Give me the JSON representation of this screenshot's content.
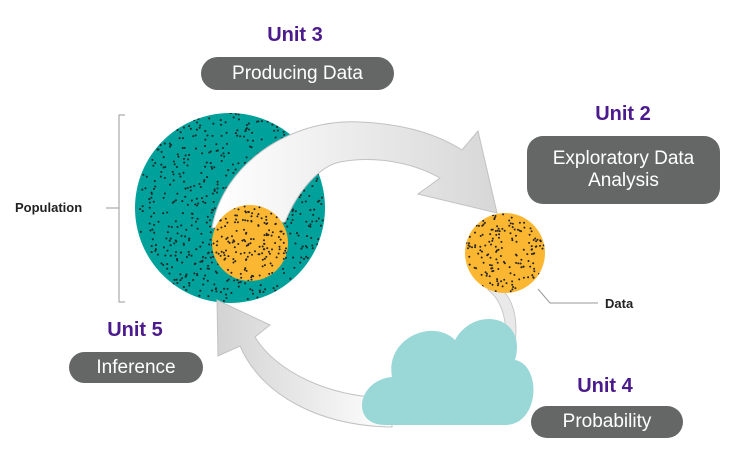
{
  "units": {
    "producing": {
      "unit": "Unit 3",
      "title": "Producing Data"
    },
    "exploratory": {
      "unit": "Unit 2",
      "title_line1": "Exploratory Data",
      "title_line2": "Analysis"
    },
    "probability": {
      "unit": "Unit 4",
      "title": "Probability"
    },
    "inference": {
      "unit": "Unit 5",
      "title": "Inference"
    }
  },
  "labels": {
    "population": "Population",
    "data": "Data"
  },
  "colors": {
    "population": "#00a19b",
    "sample": "#fbb731",
    "cloud": "#9ad8d8",
    "pill": "#646766",
    "unit_text": "#4b1a8c",
    "arrow_fill": "#e6e6e6",
    "arrow_stroke": "#c4c4c4"
  }
}
